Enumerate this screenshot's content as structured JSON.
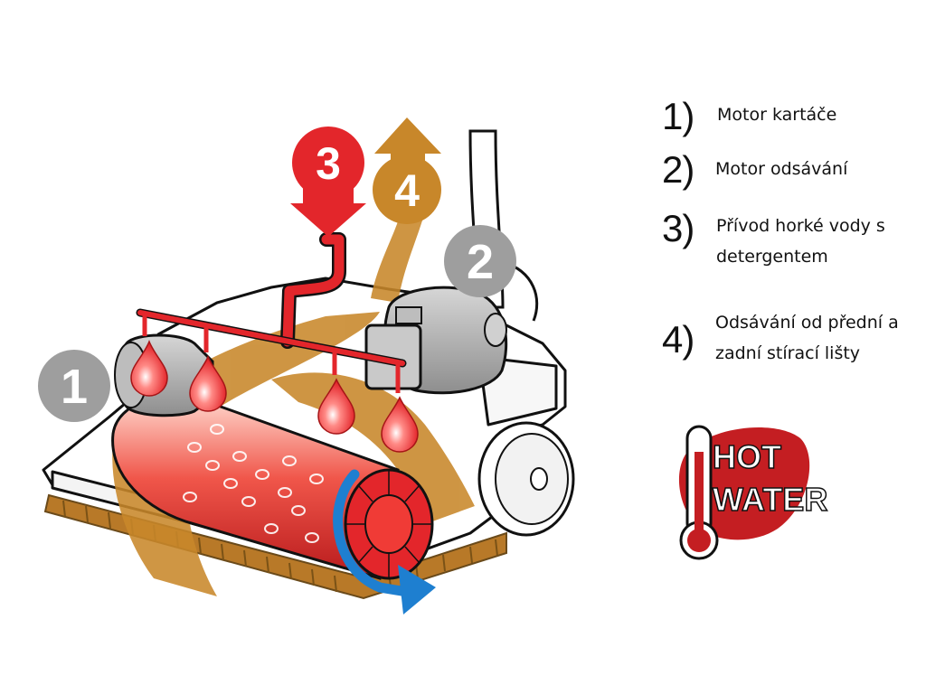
{
  "callouts": {
    "c1": "1",
    "c2": "2",
    "c3": "3",
    "c4": "4"
  },
  "legend": {
    "items": [
      {
        "number": "1)",
        "lines": [
          "Motor kartáče"
        ]
      },
      {
        "number": "2)",
        "lines": [
          "Motor odsávání"
        ]
      },
      {
        "number": "3)",
        "lines": [
          "Přívod horké vody s",
          "detergentem"
        ]
      },
      {
        "number": "4)",
        "lines": [
          "Odsávání od přední a",
          "zadní stírací lišty"
        ]
      }
    ]
  },
  "badge": {
    "line1": "HOT",
    "line2": "WATER"
  },
  "colors": {
    "hot_water": "#e3262b",
    "suction": "#c8872a",
    "rotation_arrow": "#1e7fd0",
    "motor_gray": "#a8a8a8",
    "callout_gray": "#9e9e9e",
    "badge_red": "#c41e22"
  }
}
